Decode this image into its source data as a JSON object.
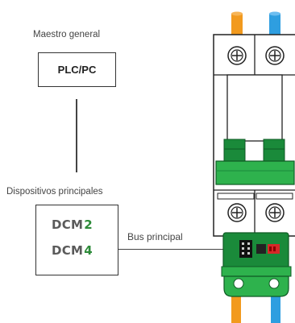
{
  "diagram": {
    "master_label": "Maestro general",
    "master_box_text": "PLC/PC",
    "devices_label": "Dispositivos principales",
    "devices": [
      {
        "prefix": "DCM",
        "number": "2"
      },
      {
        "prefix": "DCM",
        "number": "4"
      }
    ],
    "bus_label": "Bus principal"
  },
  "colors": {
    "green_dark": "#1a8a3a",
    "green_light": "#2eb24d",
    "wire_orange": "#f29a1e",
    "wire_blue": "#2e9ee0",
    "line": "#444444",
    "accent_number": "#2e8b3a"
  },
  "icons": [
    "circuit-breaker-icon",
    "terminal-screw-icon",
    "bus-connector-icon"
  ]
}
